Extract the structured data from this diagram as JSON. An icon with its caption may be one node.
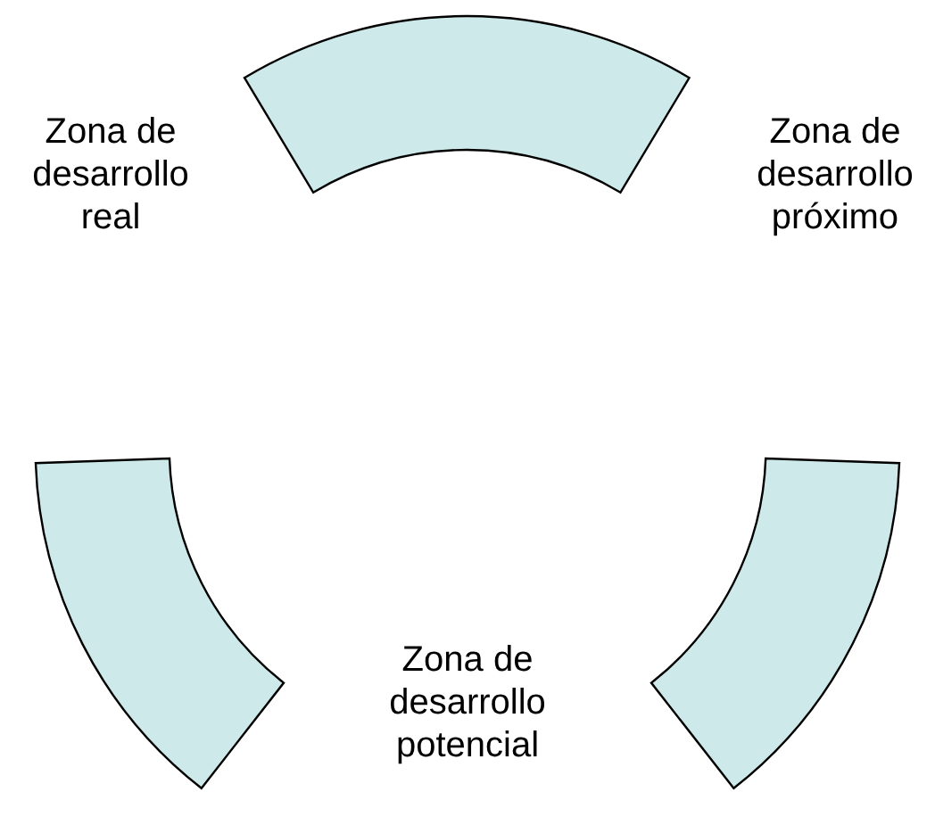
{
  "diagram": {
    "nodes": [
      {
        "text": [],
        "shape": "arc"
      },
      {
        "text": [
          "Zona de desarrollo real"
        ]
      },
      {
        "text": [
          "Zona de desarrollo próximo"
        ]
      },
      {
        "text": [],
        "shape": "arc"
      },
      {
        "text": [],
        "shape": "arc"
      },
      {
        "text": [
          "Zona de desarrollo potencial"
        ]
      }
    ]
  }
}
